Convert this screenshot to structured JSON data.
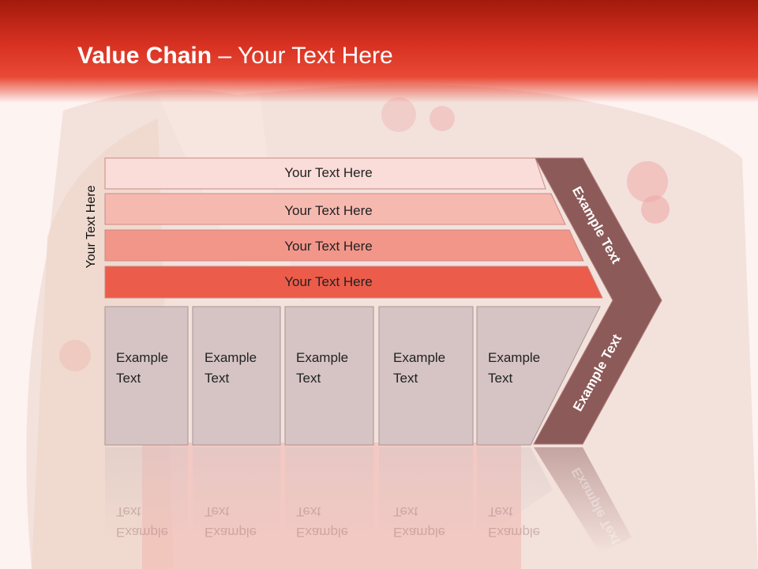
{
  "header": {
    "title_bold": "Value Chain",
    "title_rest": " – Your Text Here"
  },
  "side_label": "Your Text Here",
  "bands": [
    {
      "label": "Your Text Here",
      "color": "#fadcd8"
    },
    {
      "label": "Your Text Here",
      "color": "#f6b9b0"
    },
    {
      "label": "Your Text Here",
      "color": "#f2968a"
    },
    {
      "label": "Your Text Here",
      "color": "#ec5c4a"
    }
  ],
  "chevron": {
    "upper_label": "Example Text",
    "lower_label": "Example Text",
    "color": "#8c5a58"
  },
  "cells": [
    {
      "line1": "Example",
      "line2": "Text"
    },
    {
      "line1": "Example",
      "line2": "Text"
    },
    {
      "line1": "Example",
      "line2": "Text"
    },
    {
      "line1": "Example",
      "line2": "Text"
    },
    {
      "line1": "Example",
      "line2": "Text"
    }
  ],
  "cell_color": "#d6c4c4"
}
